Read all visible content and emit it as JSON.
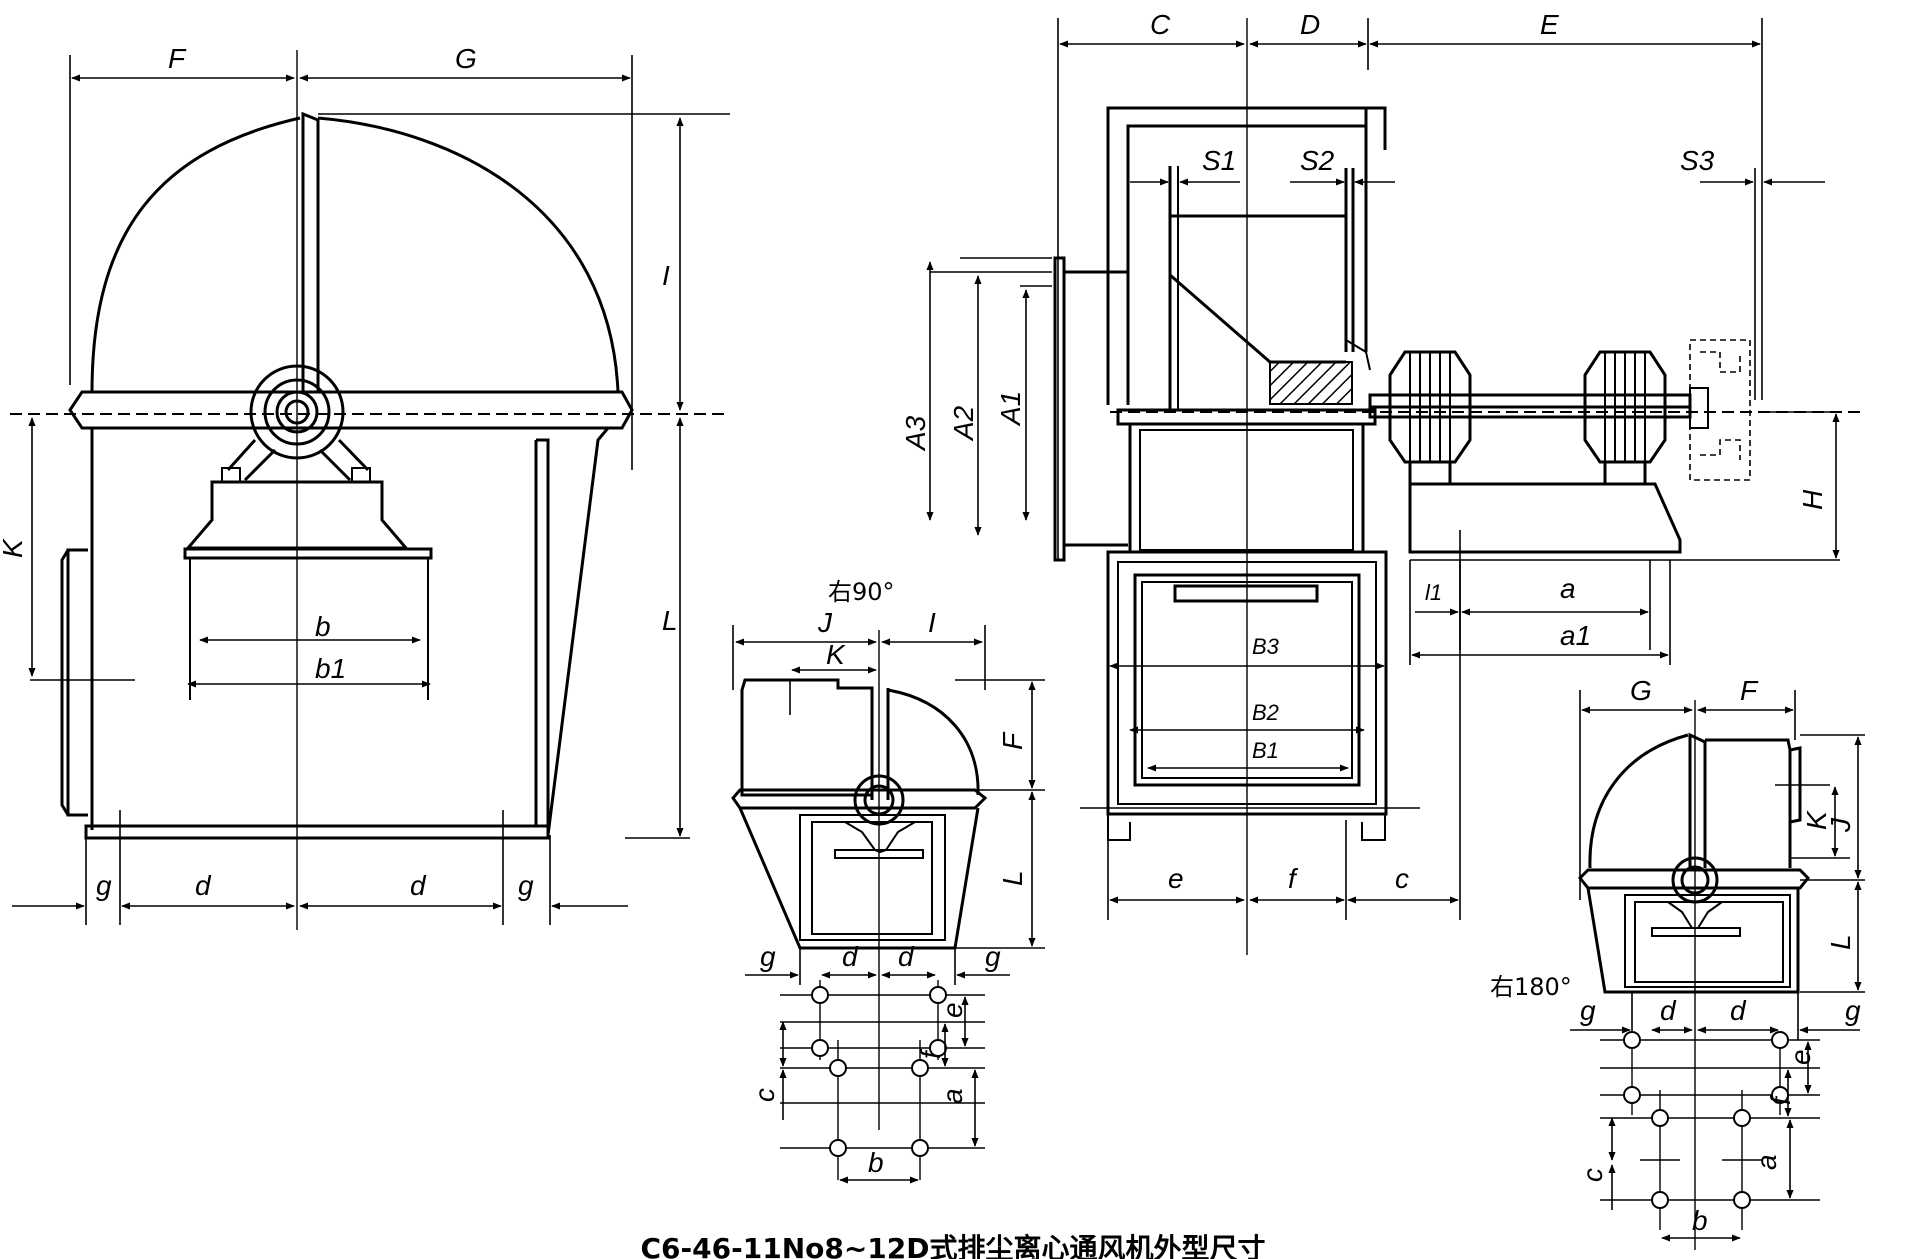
{
  "caption": "C6-46-11No8~12D式排尘离心通风机外型尺寸",
  "views": {
    "left_view": {
      "labels": {
        "F": "F",
        "G": "G",
        "I": "I",
        "K": "K",
        "L": "L",
        "b": "b",
        "b1": "b1",
        "g_left": "g",
        "d_left": "d",
        "d_right": "d",
        "g_right": "g"
      }
    },
    "side_view": {
      "labels": {
        "C": "C",
        "D": "D",
        "E": "E",
        "S1": "S1",
        "S2": "S2",
        "S3": "S3",
        "A3": "A3",
        "A2": "A2",
        "A1": "A1",
        "H": "H",
        "l1": "l1",
        "a": "a",
        "a1": "a1",
        "B3": "B3",
        "B2": "B2",
        "B1": "B1",
        "e": "e",
        "f": "f",
        "c": "c"
      }
    },
    "right90_view": {
      "rotation": "右90°",
      "labels": {
        "J": "J",
        "I": "I",
        "K": "K",
        "F": "F",
        "L": "L",
        "g_left": "g",
        "d_left": "d",
        "d_right": "d",
        "g_right": "g",
        "e": "e",
        "f": "f",
        "c": "c",
        "a": "a",
        "b": "b"
      }
    },
    "right180_view": {
      "rotation": "右180°",
      "labels": {
        "G": "G",
        "F": "F",
        "K": "K",
        "J": "J",
        "L": "L",
        "g_left": "g",
        "d_left": "d",
        "d_right": "d",
        "g_right": "g",
        "e": "e",
        "f": "f",
        "c": "c",
        "a": "a",
        "b": "b"
      }
    }
  }
}
